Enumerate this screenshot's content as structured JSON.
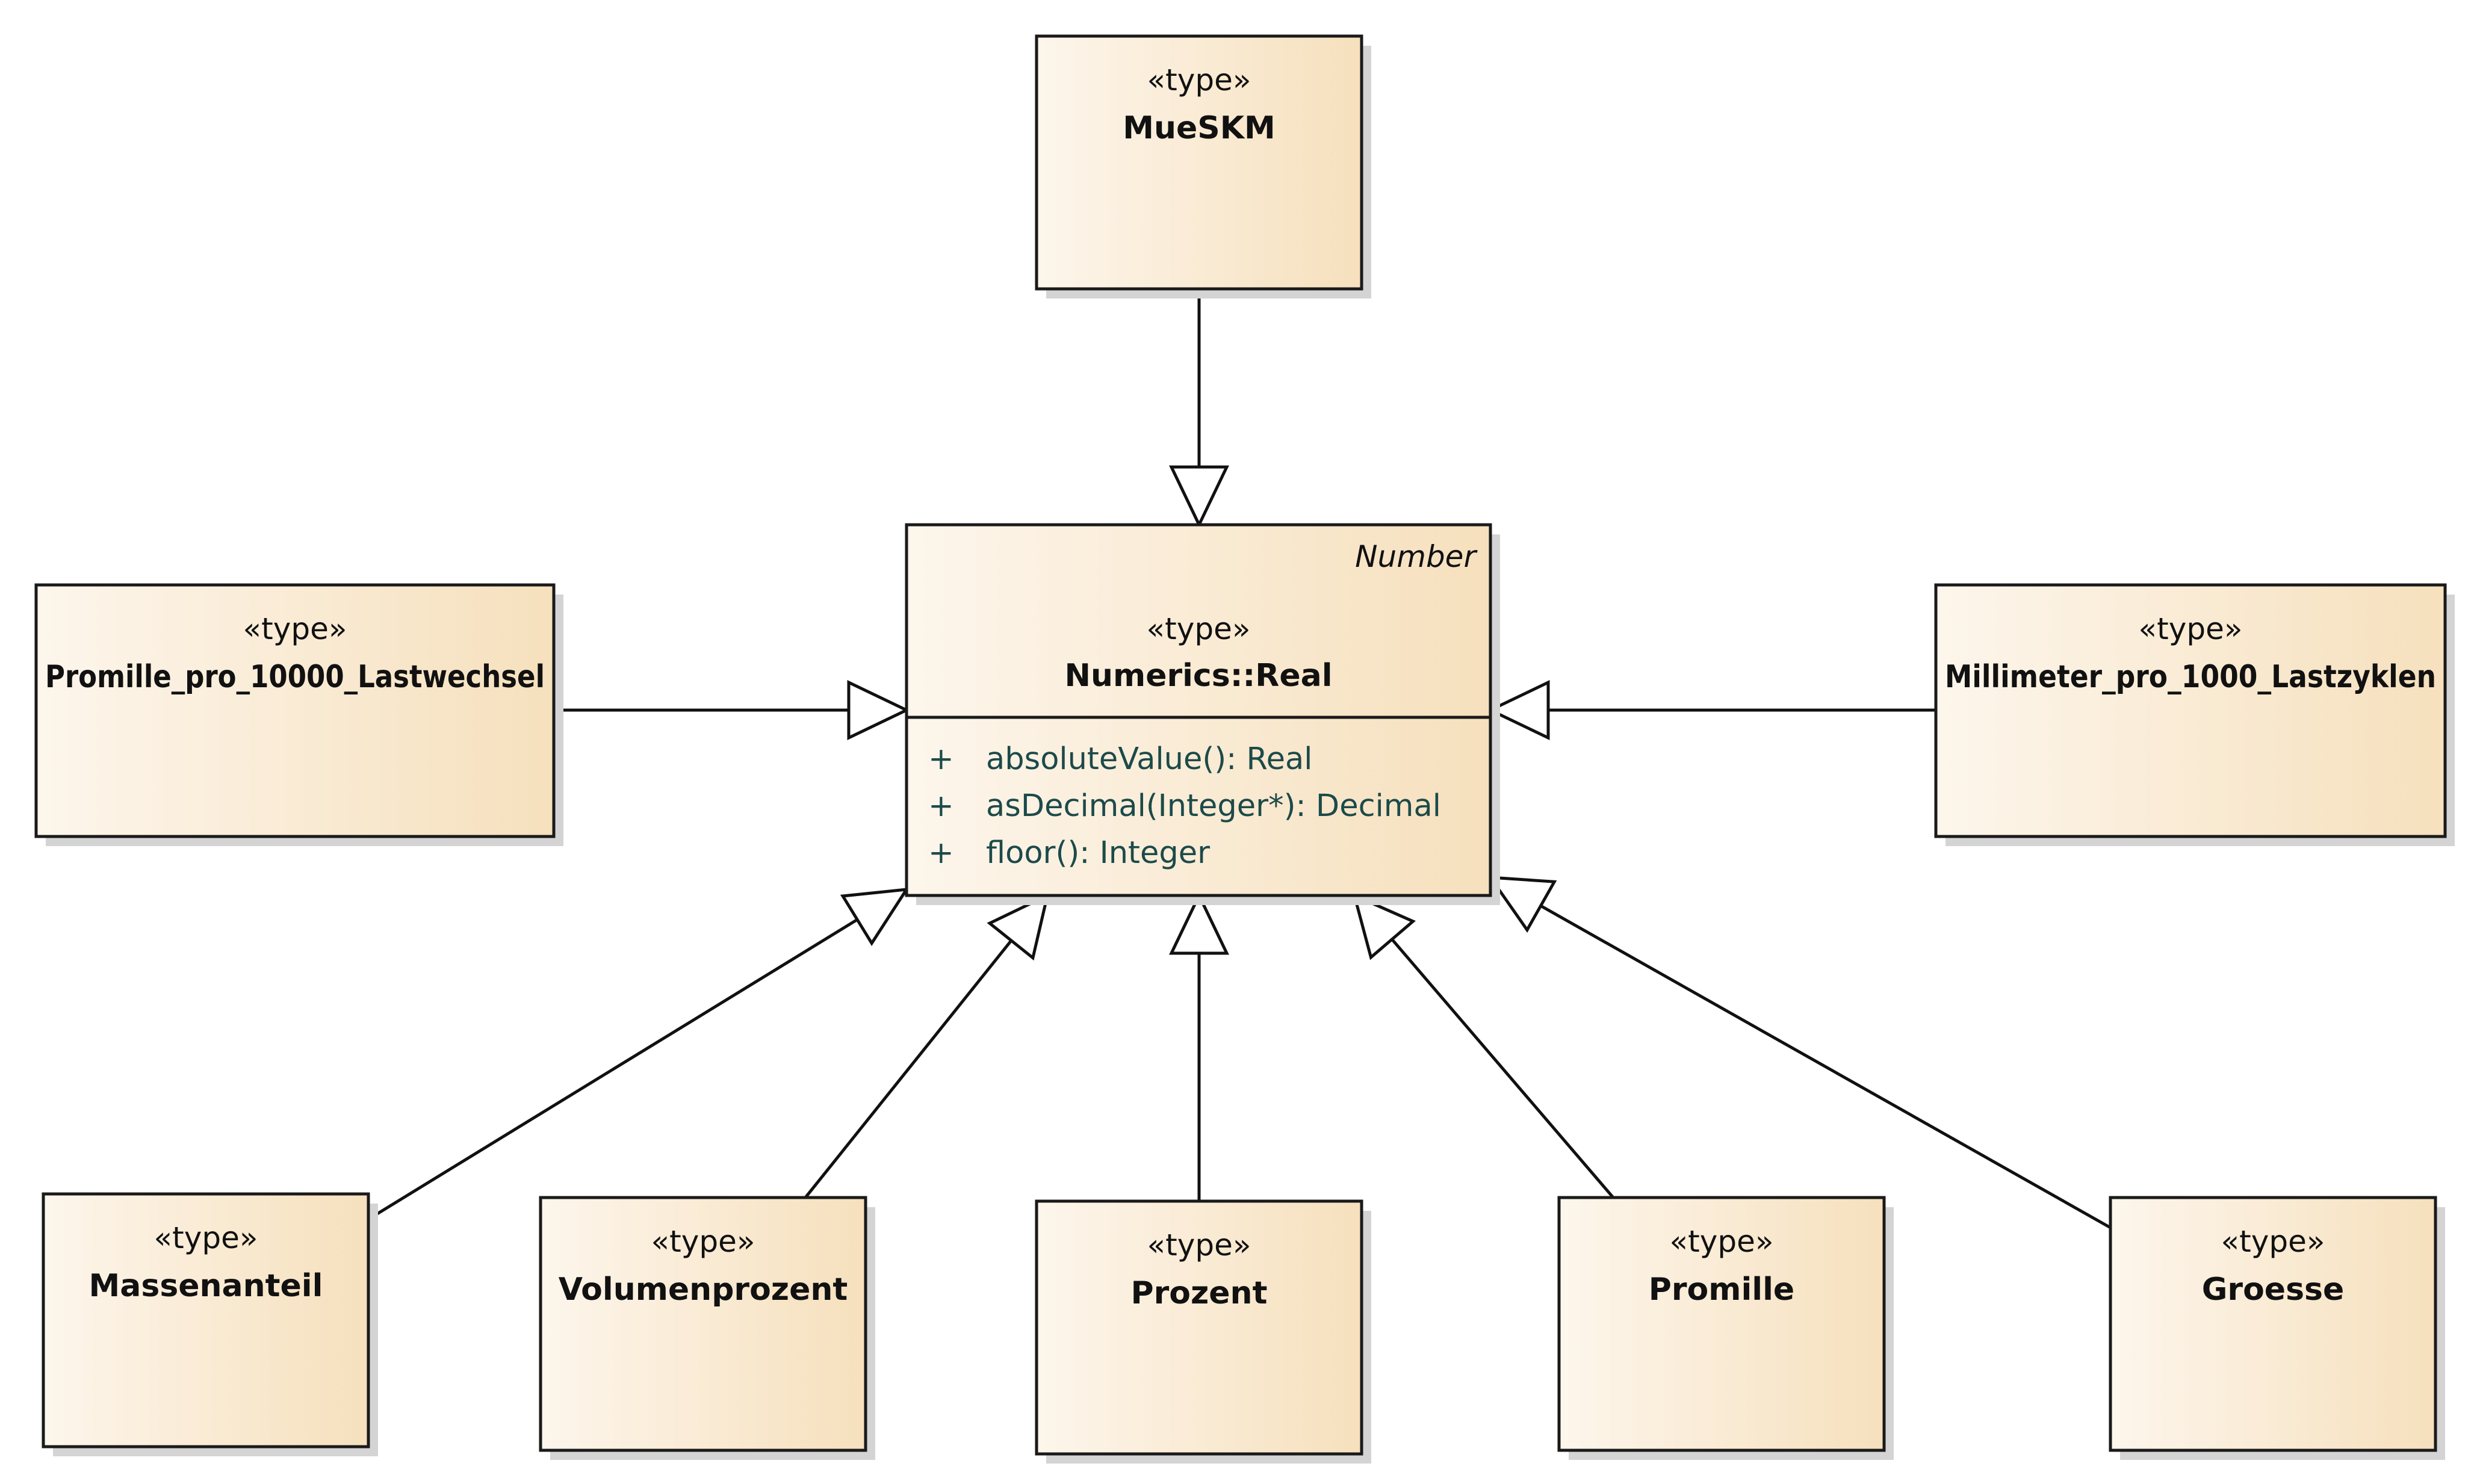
{
  "diagram": {
    "colors": {
      "box_fill_start": "#fdf6ec",
      "box_fill_end": "#f6e0bd",
      "operation_text": "#1c4a4a"
    },
    "base_class": {
      "tag": "Number",
      "stereotype": "«type»",
      "name": "Numerics::Real",
      "operations": [
        {
          "visibility": "+",
          "signature": "absoluteValue(): Real"
        },
        {
          "visibility": "+",
          "signature": "asDecimal(Integer*): Decimal"
        },
        {
          "visibility": "+",
          "signature": "floor(): Integer"
        }
      ]
    },
    "types": [
      {
        "id": "mueskm",
        "stereotype": "«type»",
        "name": "MueSKM"
      },
      {
        "id": "promille-pro-10000",
        "stereotype": "«type»",
        "name": "Promille_pro_10000_Lastwechsel"
      },
      {
        "id": "millimeter-pro-1000",
        "stereotype": "«type»",
        "name": "Millimeter_pro_1000_Lastzyklen"
      },
      {
        "id": "massenanteil",
        "stereotype": "«type»",
        "name": "Massenanteil"
      },
      {
        "id": "volumenprozent",
        "stereotype": "«type»",
        "name": "Volumenprozent"
      },
      {
        "id": "prozent",
        "stereotype": "«type»",
        "name": "Prozent"
      },
      {
        "id": "promille",
        "stereotype": "«type»",
        "name": "Promille"
      },
      {
        "id": "groesse",
        "stereotype": "«type»",
        "name": "Groesse"
      }
    ],
    "generalizations": [
      {
        "from": "mueskm",
        "to": "base"
      },
      {
        "from": "promille-pro-10000",
        "to": "base"
      },
      {
        "from": "millimeter-pro-1000",
        "to": "base"
      },
      {
        "from": "massenanteil",
        "to": "base"
      },
      {
        "from": "volumenprozent",
        "to": "base"
      },
      {
        "from": "prozent",
        "to": "base"
      },
      {
        "from": "promille",
        "to": "base"
      },
      {
        "from": "groesse",
        "to": "base"
      }
    ]
  }
}
